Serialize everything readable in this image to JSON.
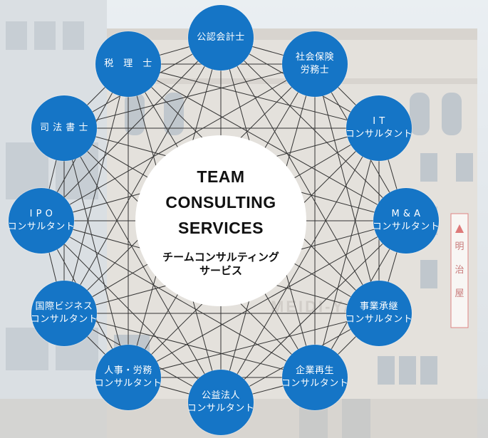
{
  "center": {
    "title_lines": [
      "TEAM",
      "CONSULTING",
      "SERVICES"
    ],
    "subtitle_lines": [
      "チームコンサルティング",
      "サービス"
    ]
  },
  "nodes": [
    {
      "id": "cpa",
      "lines": [
        "公認会計士"
      ]
    },
    {
      "id": "labor",
      "lines": [
        "社会保険",
        "労務士"
      ]
    },
    {
      "id": "it",
      "lines": [
        "I T",
        "コンサルタント"
      ]
    },
    {
      "id": "ma",
      "lines": [
        "M & A",
        "コンサルタント"
      ]
    },
    {
      "id": "succession",
      "lines": [
        "事業承継",
        "コンサルタント"
      ]
    },
    {
      "id": "revival",
      "lines": [
        "企業再生",
        "コンサルタント"
      ]
    },
    {
      "id": "public-interest",
      "lines": [
        "公益法人",
        "コンサルタント"
      ]
    },
    {
      "id": "hr",
      "lines": [
        "人事・労務",
        "コンサルタント"
      ]
    },
    {
      "id": "intl",
      "lines": [
        "国際ビジネス",
        "コンサルタント"
      ]
    },
    {
      "id": "ipo",
      "lines": [
        "I P O",
        "コンサルタント"
      ]
    },
    {
      "id": "scrivener",
      "lines": [
        "司 法 書 士"
      ]
    },
    {
      "id": "tax",
      "lines": [
        "税　理　士"
      ]
    }
  ],
  "background": {
    "building_sign_chars": [
      "明",
      "治",
      "屋"
    ],
    "building_letters": "MEIDI-YA"
  },
  "colors": {
    "node": "#1575c6",
    "node_text": "#ffffff",
    "network_line": "#333333",
    "center_fill": "#ffffff"
  }
}
